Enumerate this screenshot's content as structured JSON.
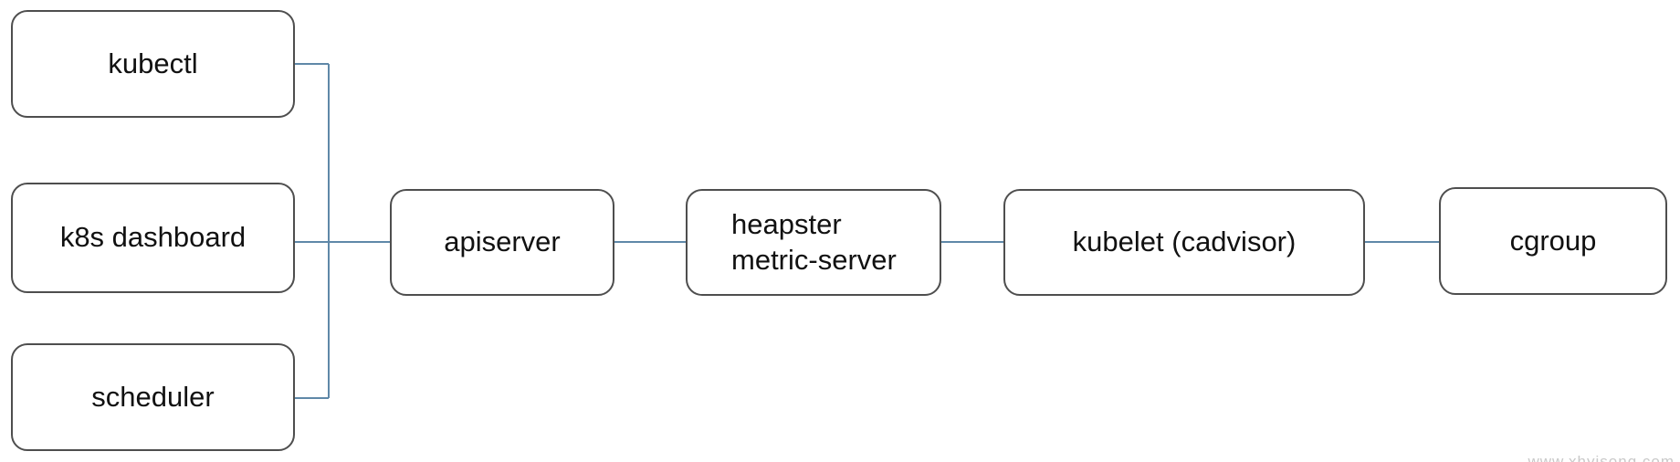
{
  "nodes": {
    "kubectl": "kubectl",
    "dashboard": "k8s dashboard",
    "scheduler": "scheduler",
    "apiserver": "apiserver",
    "heapster_line1": "heapster",
    "heapster_line2": "metric-server",
    "kubelet": "kubelet (cadvisor)",
    "cgroup": "cgroup"
  },
  "watermark": "www.xhyisong.com",
  "colors": {
    "box_border": "#4e4e4e",
    "connector": "#5f88a8",
    "text": "#111111"
  }
}
